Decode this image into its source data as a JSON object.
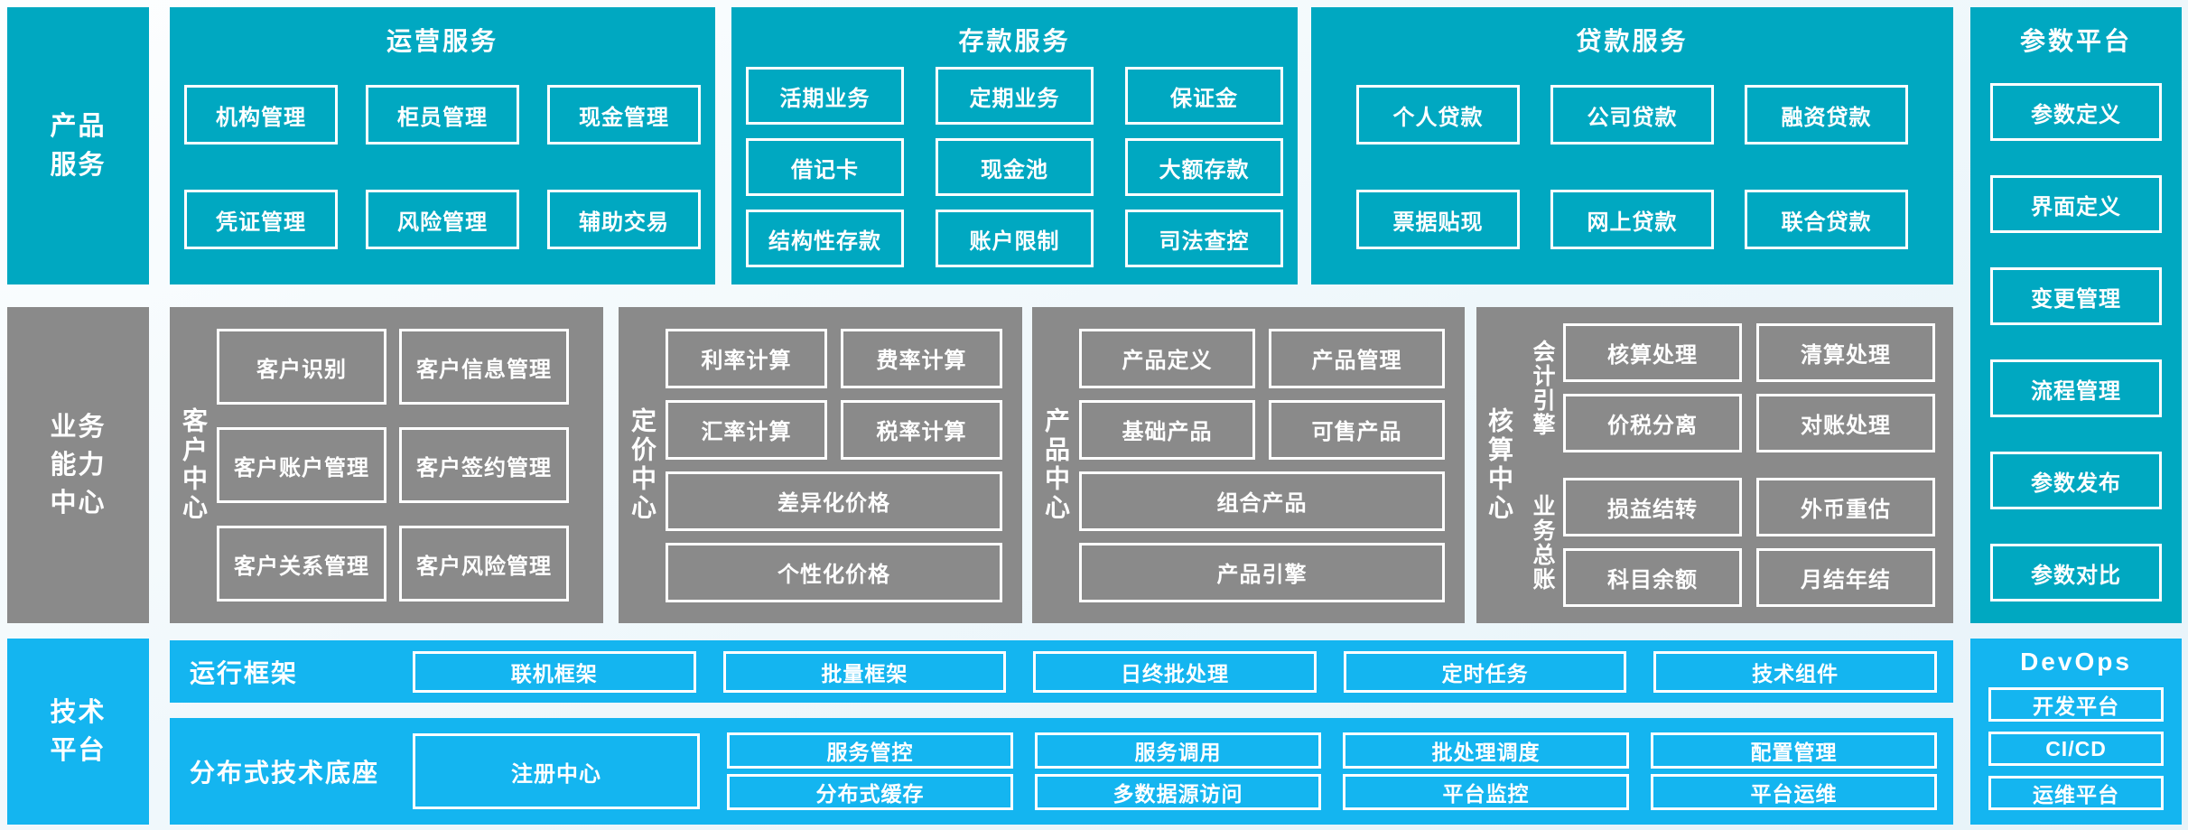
{
  "colors": {
    "teal": "#00a8c1",
    "gray": "#8a8a8a",
    "blue": "#14b5f0"
  },
  "left_labels": {
    "products": "产品\n服务",
    "business": "业务\n能力\n中心",
    "tech": "技术\n平台"
  },
  "panels": {
    "operations": {
      "title": "运营服务",
      "items": [
        "机构管理",
        "柜员管理",
        "现金管理",
        "凭证管理",
        "风险管理",
        "辅助交易"
      ]
    },
    "deposit": {
      "title": "存款服务",
      "items": [
        "活期业务",
        "定期业务",
        "保证金",
        "借记卡",
        "现金池",
        "大额存款",
        "结构性存款",
        "账户限制",
        "司法查控"
      ]
    },
    "loan": {
      "title": "贷款服务",
      "items": [
        "个人贷款",
        "公司贷款",
        "融资贷款",
        "票据贴现",
        "网上贷款",
        "联合贷款"
      ]
    }
  },
  "centers": {
    "customer": {
      "label": "客户中心",
      "items": [
        "客户识别",
        "客户信息管理",
        "客户账户管理",
        "客户签约管理",
        "客户关系管理",
        "客户风险管理"
      ]
    },
    "pricing": {
      "label": "定价中心",
      "grid": [
        "利率计算",
        "费率计算",
        "汇率计算",
        "税率计算"
      ],
      "wide": [
        "差异化价格",
        "个性化价格"
      ]
    },
    "product": {
      "label": "产品中心",
      "grid": [
        "产品定义",
        "产品管理",
        "基础产品",
        "可售产品"
      ],
      "wide": [
        "组合产品",
        "产品引擎"
      ]
    },
    "accounting": {
      "label": "核算中心",
      "groups": [
        {
          "label": "会计引擎",
          "items": [
            "核算处理",
            "清算处理",
            "价税分离",
            "对账处理"
          ]
        },
        {
          "label": "业务总账",
          "items": [
            "损益结转",
            "外币重估",
            "科目余额",
            "月结年结"
          ]
        }
      ]
    }
  },
  "param_platform": {
    "title": "参数平台",
    "items": [
      "参数定义",
      "界面定义",
      "变更管理",
      "流程管理",
      "参数发布",
      "参数对比"
    ]
  },
  "runtime": {
    "label": "运行框架",
    "items": [
      "联机框架",
      "批量框架",
      "日终批处理",
      "定时任务",
      "技术组件"
    ]
  },
  "distributed": {
    "label": "分布式技术底座",
    "registry": "注册中心",
    "items": [
      "服务管控",
      "服务调用",
      "批处理调度",
      "配置管理",
      "分布式缓存",
      "多数据源访问",
      "平台监控",
      "平台运维"
    ]
  },
  "devops": {
    "title": "DevOps",
    "items": [
      "开发平台",
      "CI/CD",
      "运维平台"
    ]
  }
}
